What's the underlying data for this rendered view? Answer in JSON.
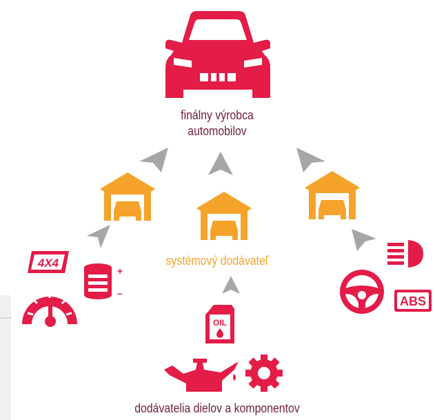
{
  "colors": {
    "primary": "#e31c48",
    "secondary": "#f5a32a",
    "arrow": "#a6a6a6",
    "text_dark": "#6d1f35"
  },
  "labels": {
    "car_manufacturer": "finálny výrobca\nautomobilov",
    "car_manufacturer_line1": "finálny výrobca",
    "car_manufacturer_line2": "automobilov",
    "system_supplier": "systémový dodávateľ",
    "component_suppliers": "dodávatelia dielov a komponentov"
  },
  "icons": {
    "badge_4x4": "4X4",
    "badge_abs": "ABS",
    "oil_can": "OIL",
    "battery_plus": "+",
    "battery_minus": "–"
  }
}
